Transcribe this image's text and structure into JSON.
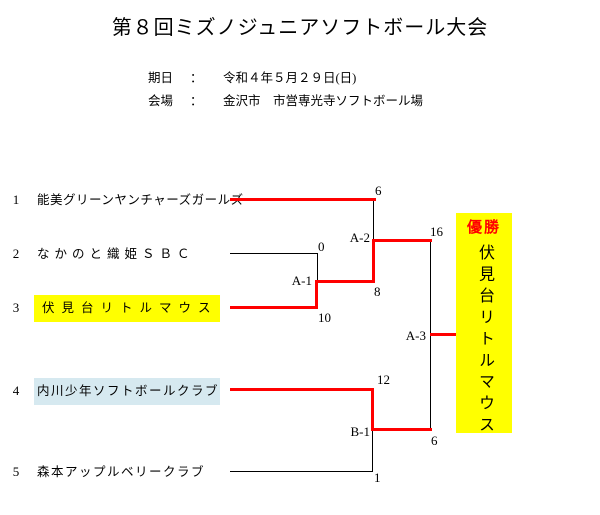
{
  "title": "第８回ミズノジュニアソフトボール大会",
  "info": {
    "date_label": "期日",
    "date_colon": "：",
    "date_value": "令和４年５月２９日(日)",
    "venue_label": "会場",
    "venue_colon": "：",
    "venue_value": "金沢市　市営専光寺ソフトボール場"
  },
  "teams": [
    {
      "seed": "1",
      "name": "能美グリーンヤンチャーズガールズ",
      "highlight": "none"
    },
    {
      "seed": "2",
      "name": "なかのと織姫ＳＢＣ",
      "highlight": "none"
    },
    {
      "seed": "3",
      "name": "伏見台リトルマウス",
      "highlight": "yellow"
    },
    {
      "seed": "4",
      "name": "内川少年ソフトボールクラブ",
      "highlight": "blue"
    },
    {
      "seed": "5",
      "name": "森本アップルベリークラブ",
      "highlight": "none"
    }
  ],
  "matches": [
    {
      "id": "A-1",
      "top_score": "0",
      "bottom_score": "10"
    },
    {
      "id": "A-2",
      "top_score": "6",
      "bottom_score": "8"
    },
    {
      "id": "B-1",
      "top_score": "12",
      "bottom_score": "1"
    },
    {
      "id": "A-3",
      "top_score": "16",
      "bottom_score": "6"
    }
  ],
  "champion": {
    "label": "優勝",
    "name": "伏見台リトルマウス"
  },
  "colors": {
    "winner_line": "#ff0000",
    "bracket_line": "#000000",
    "champion_box": "#ffff00",
    "team3_highlight": "#ffff00",
    "team4_highlight": "#d6e9f0",
    "champion_label_text": "#ff0000"
  }
}
